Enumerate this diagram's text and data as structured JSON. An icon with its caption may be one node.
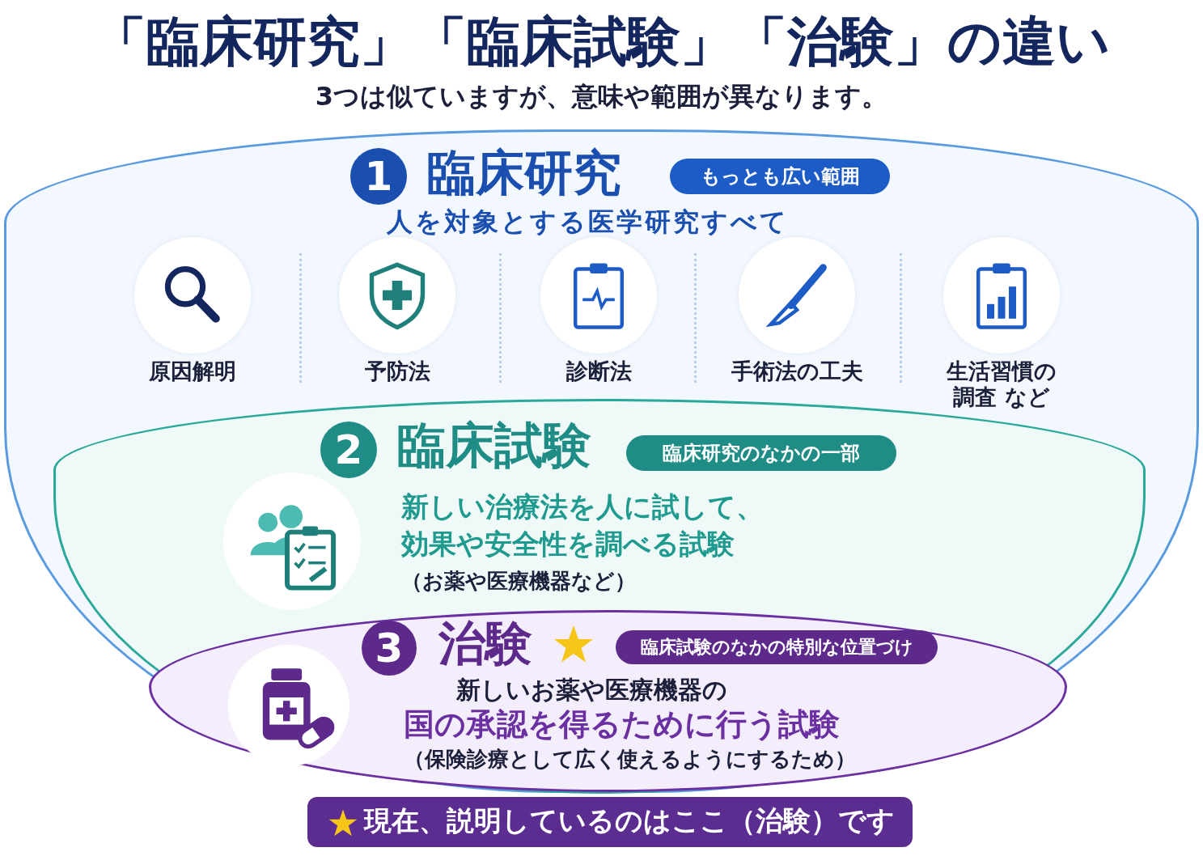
{
  "diagram": {
    "title": "「臨床研究」「臨床試験」「治験」の違い",
    "nodes": [
      {
        "text": [
          "臨床研究",
          "人を対象とする医学研究すべて"
        ]
      },
      {
        "text": [
          "1"
        ],
        "in": 0
      },
      {
        "text": [
          "もっとも広い範囲"
        ],
        "in": 0
      },
      {
        "text": [
          "原因解明"
        ],
        "in": 0
      },
      {
        "text": [
          "予防法"
        ],
        "in": 0
      },
      {
        "text": [
          "診断法"
        ],
        "in": 0
      },
      {
        "text": [
          "手術法の工夫"
        ],
        "in": 0
      },
      {
        "text": [
          "生活習慣の調査 など"
        ],
        "in": 0
      },
      {
        "text": [
          "臨床試験",
          "新しい治療法を人に試して、効果や安全性を調べる試験",
          "（お薬や医療機器など）"
        ],
        "in": 0
      },
      {
        "text": [
          "2"
        ],
        "in": 8
      },
      {
        "text": [
          "臨床研究のなかの一部"
        ],
        "in": 8
      },
      {
        "text": [],
        "shape": "circle",
        "in": 8
      },
      {
        "text": [
          "治験",
          "新しいお薬や医療機器の",
          "国の承認を得るために行う試験",
          "（保険診療として広く使えるようにするため）"
        ],
        "in": 8
      },
      {
        "text": [
          "3"
        ],
        "in": 12
      },
      {
        "text": [
          "臨床試験のなかの特別な位置づけ"
        ],
        "in": 12
      },
      {
        "text": [],
        "shape": "circle",
        "in": 12
      },
      {
        "text": [
          "現在、説明しているのはここ（治験）です"
        ]
      }
    ],
    "labels": [
      "3つは似ていますが、意味や範囲が異なります。"
    ]
  }
}
